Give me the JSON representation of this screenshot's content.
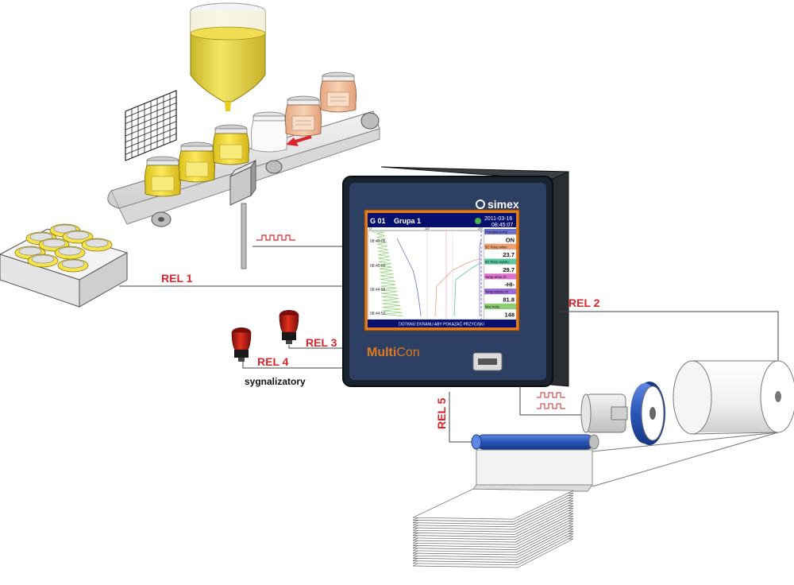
{
  "relays": {
    "rel1": "REL 1",
    "rel2": "REL 2",
    "rel3": "REL 3",
    "rel4": "REL 4",
    "rel5": "REL 5"
  },
  "signalers_caption": "sygnalizatory",
  "device": {
    "brand": "simex",
    "model_part1": "Multi",
    "model_part2": "Con",
    "screen": {
      "group_id": "G 01",
      "group_name": "Grupa 1",
      "date": "2011-03-16",
      "time": "08:45:07",
      "scale_0": "0",
      "scale_10": "10",
      "scale_20": "20",
      "times": [
        "08:45:05",
        "08:45:00",
        "08:44:55",
        "08:44:50"
      ],
      "channels": [
        {
          "name": "Przepływ porcji",
          "value": "ON",
          "color": "#6a6fd0"
        },
        {
          "name": "5C Temp wlotu",
          "value": "23.7",
          "color": "#f0a070"
        },
        {
          "name": "5C Temp wylotu",
          "value": "29.7",
          "color": "#5cc8a0"
        },
        {
          "name": "Temp wlotu ch",
          "value": "-HI-",
          "color": "#e070d0"
        },
        {
          "name": "Temp wylotu ch",
          "value": "81.8",
          "color": "#9a6ad8"
        },
        {
          "name": "Moc kotła",
          "value": "148",
          "color": "#8ccf70"
        }
      ],
      "footer": "DOTKNIJ EKRANU ABY POKAZAĆ PRZYCISKI"
    }
  },
  "colors": {
    "relay_label": "#d9252b",
    "device_body": "#1a2330",
    "device_face": "#2d3f63",
    "screen_frame": "#e07a1e",
    "screen_header": "#08106e",
    "honey": "#f0d83a",
    "roller_blue": "#2a55b8"
  }
}
